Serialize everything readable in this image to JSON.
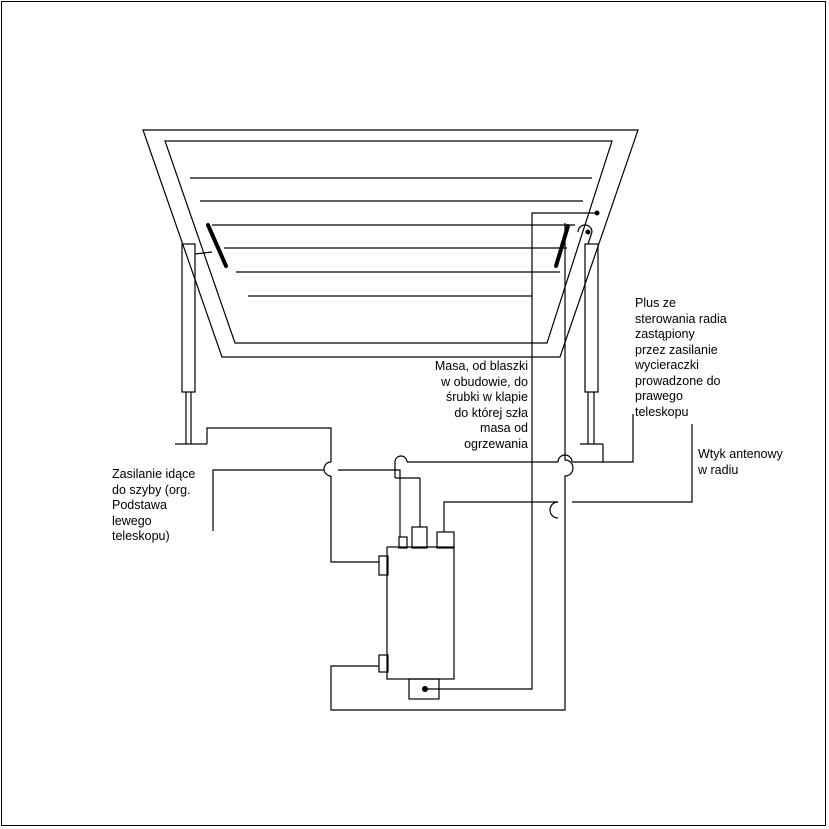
{
  "labels": {
    "power_glass": [
      "Zasilanie idące",
      "do szyby (org.",
      "Podstawa",
      "lewego",
      "teleskopu)"
    ],
    "ground": [
      "Masa, od blaszki",
      "w obudowie, do",
      "śrubki w klapie",
      "do której szła",
      "masa od",
      "ogrzewania"
    ],
    "plus_radio": [
      "Plus ze",
      "sterowania radia",
      "zastąpiony",
      "przez zasilanie",
      "wycieraczki",
      "prowadzone do",
      "prawego",
      "teleskopu"
    ],
    "antenna_plug": [
      "Wtyk antenowy",
      "w radiu"
    ]
  },
  "colors": {
    "line": "#000000",
    "background": "#ffffff"
  }
}
